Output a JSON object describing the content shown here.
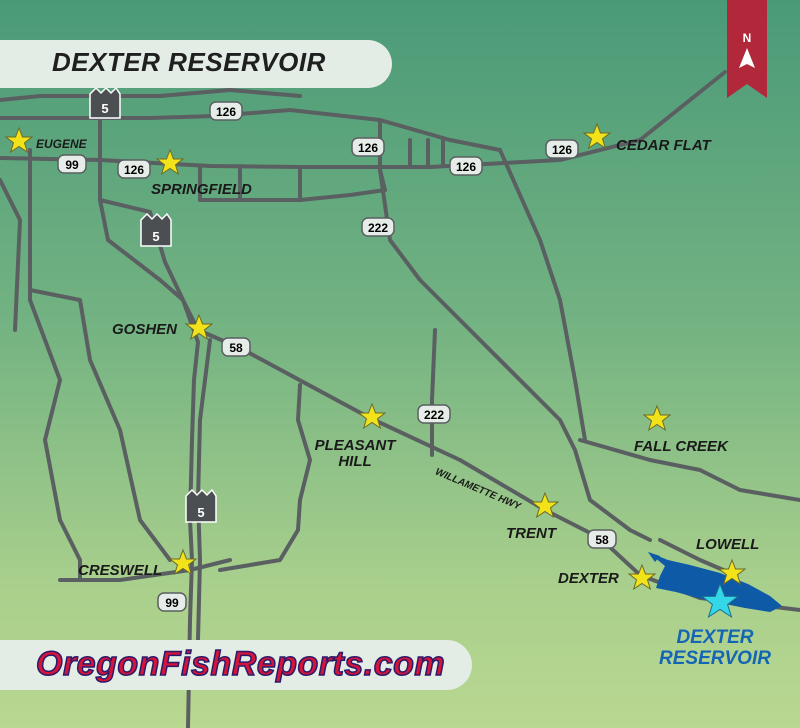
{
  "title": "DEXTER RESERVOIR",
  "logo": "OregonFishReports.com",
  "destination": {
    "line1": "DEXTER",
    "line2": "RESERVOIR"
  },
  "north_label": "N",
  "highway_name": "WILLAMETTE HWY",
  "places": {
    "eugene": "EUGENE",
    "springfield": "SPRINGFIELD",
    "cedar_flat": "CEDAR FLAT",
    "goshen": "GOSHEN",
    "pleasant_hill": {
      "line1": "PLEASANT",
      "line2": "HILL"
    },
    "fall_creek": "FALL CREEK",
    "trent": "TRENT",
    "lowell": "LOWELL",
    "dexter": "DEXTER",
    "creswell": "CRESWELL"
  },
  "shields": {
    "i5": "5",
    "us126": "126",
    "or99": "99",
    "or222": "222",
    "or58": "58"
  },
  "colors": {
    "road": "#5a5f61",
    "reservoir": "#0f5aa6",
    "star": "#f2e21a",
    "star_destination": "#33d7e8",
    "ribbon": "#b0283a",
    "title_text": "#1f1f1f",
    "logo_text": "#d4143a",
    "destination_text": "#1565b5"
  }
}
